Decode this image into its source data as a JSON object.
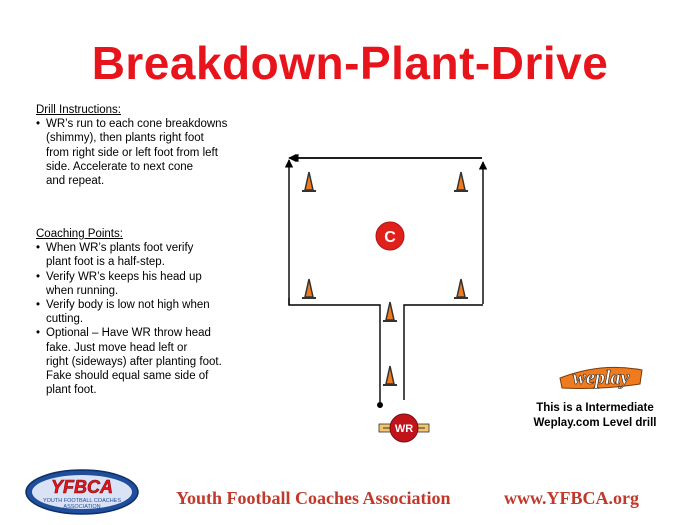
{
  "title": "Breakdown-Plant-Drive",
  "instructions": {
    "heading": "Drill Instructions:",
    "lines": [
      "WR’s run to each cone breakdowns",
      "(shimmy), then plants right foot",
      "from right side or left foot from left",
      "side. Accelerate to next cone",
      "and repeat."
    ]
  },
  "coaching": {
    "heading": "Coaching Points:",
    "point1": [
      "When WR’s plants foot verify",
      "plant foot is a half-step."
    ],
    "point2": [
      "Verify WR’s keeps his head up",
      "when running."
    ],
    "point3": [
      "Verify body is low not high when",
      "cutting."
    ],
    "point4": [
      "Optional – Have WR throw head",
      "fake. Just move head left or",
      "right (sideways) after planting foot.",
      "Fake should equal same side of",
      "plant foot."
    ]
  },
  "diagram": {
    "coach_label": "C",
    "player_label": "WR",
    "colors": {
      "coach": "#e0201a",
      "player": "#c0141a",
      "cone": "#f07b1e",
      "cone_base": "#333333",
      "cone_tag": "#f3c46a"
    }
  },
  "weplay_logo": "weplay",
  "level_text": [
    "This is a Intermediate",
    "Weplay.com Level drill"
  ],
  "footer": {
    "logo_text": "YFBCA",
    "logo_sub": [
      "YOUTH FOOTBALL COACHES",
      "ASSOCIATION"
    ],
    "association": "Youth Football Coaches Association",
    "website": "www.YFBCA.org"
  },
  "colors": {
    "title": "#e8141c",
    "footer": "#c0392b"
  }
}
